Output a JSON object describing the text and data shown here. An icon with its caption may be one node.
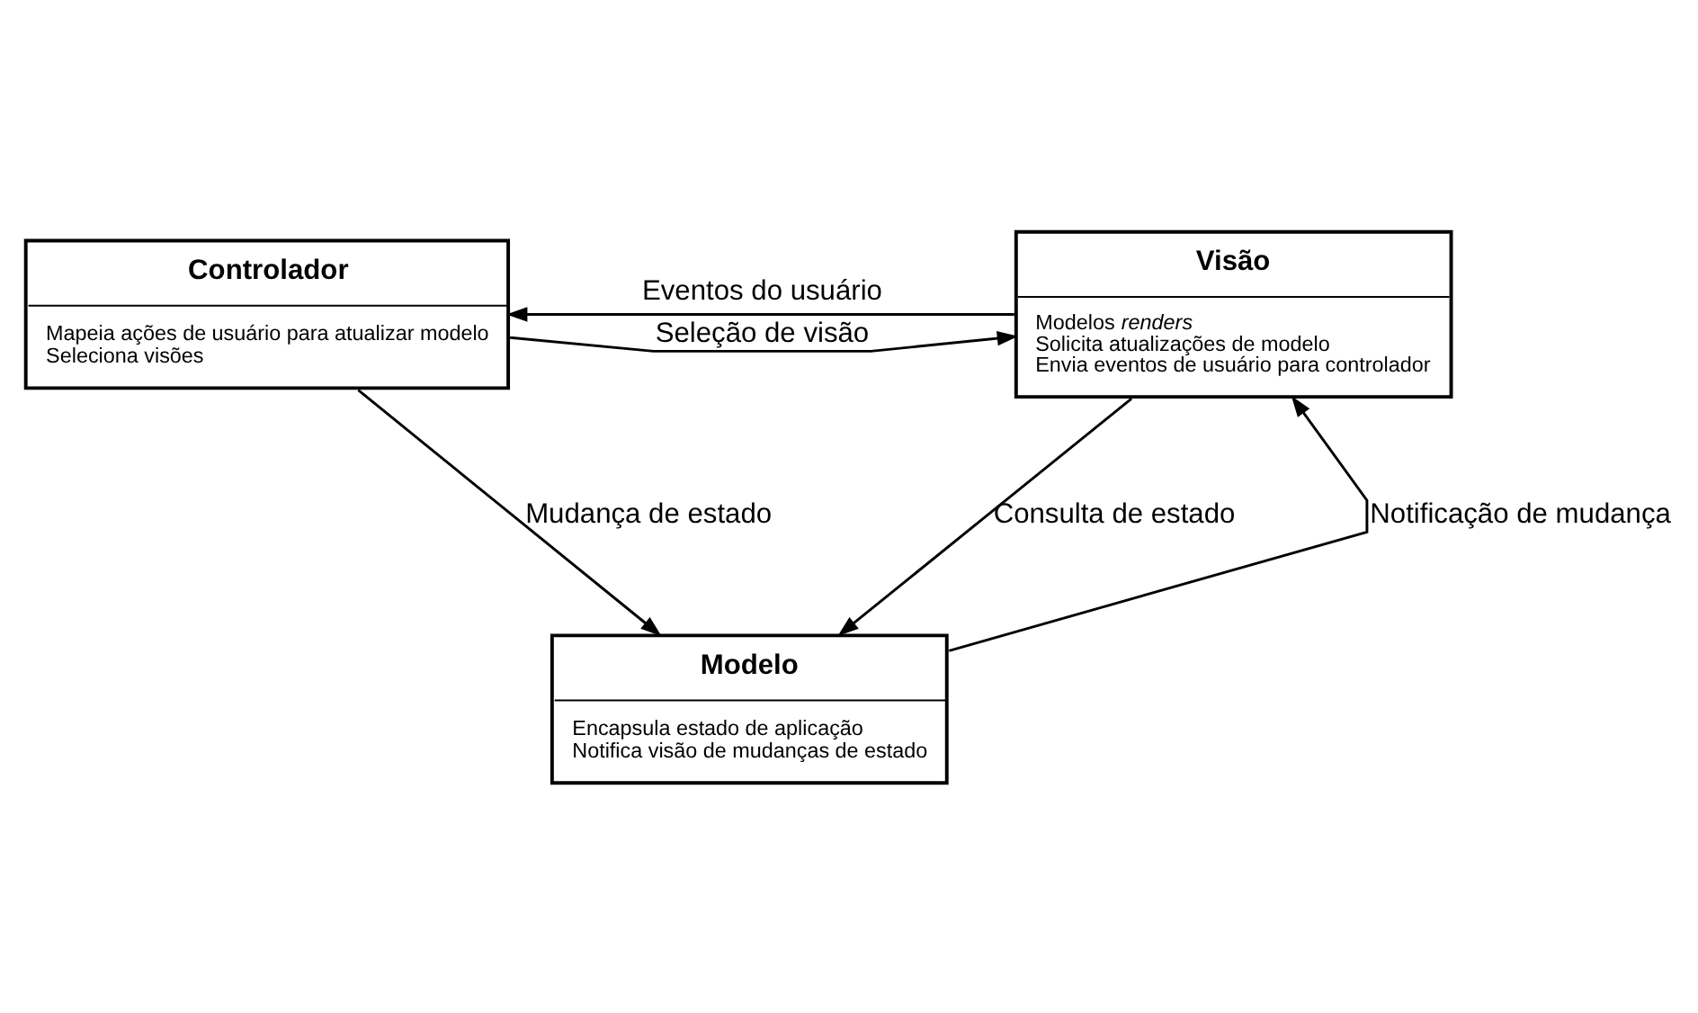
{
  "diagram": {
    "nodes": [
      {
        "text": [
          "Controlador",
          "Mapeia ações de usuário para atualizar modelo",
          "Seleciona visões"
        ]
      },
      {
        "text": [
          "Visão",
          "Modelos *renders*",
          "Solicita atualizações de modelo",
          "Envia eventos de usuário para controlador"
        ]
      },
      {
        "text": [
          "Modelo",
          "Encapsula estado de aplicação",
          "Notifica visão de mudanças de estado"
        ]
      }
    ],
    "edges": [
      {
        "from": 0,
        "to": 1,
        "arrow": "to",
        "label": "Seleção de visão"
      },
      {
        "from": 1,
        "to": 0,
        "arrow": "to",
        "label": "Eventos do usuário"
      },
      {
        "from": 0,
        "to": 2,
        "arrow": "to",
        "label": "Mudança de estado"
      },
      {
        "from": 2,
        "to": 1,
        "arrow": "to",
        "label": "Notificação de mudança"
      },
      {
        "from": 1,
        "to": 2,
        "arrow": "to",
        "label": "Consulta de estado"
      }
    ]
  }
}
